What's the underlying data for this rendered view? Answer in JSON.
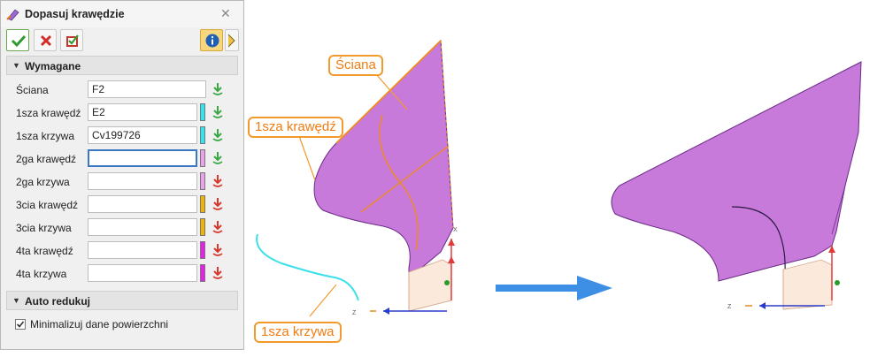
{
  "dialog": {
    "title": "Dopasuj krawędzie",
    "close_glyph": "✕",
    "toolbar": {
      "ok_icon": "check-icon",
      "cancel_icon": "x-icon",
      "apply_icon": "apply-icon",
      "info_icon": "info-icon",
      "next_icon": "next-icon"
    },
    "required_section": {
      "title": "Wymagane",
      "rows": [
        {
          "label": "Ściana",
          "value": "F2",
          "color": "",
          "picker": "green"
        },
        {
          "label": "1sza krawędź",
          "value": "E2",
          "color": "#2ee6ee",
          "picker": "green"
        },
        {
          "label": "1sza krzywa",
          "value": "Cv199726",
          "color": "#2ee6ee",
          "picker": "green"
        },
        {
          "label": "2ga krawędź",
          "value": "",
          "color": "#eaa2ec",
          "picker": "green"
        },
        {
          "label": "2ga krzywa",
          "value": "",
          "color": "#eaa2ec",
          "picker": "red"
        },
        {
          "label": "3cia krawędź",
          "value": "",
          "color": "#f0b400",
          "picker": "red"
        },
        {
          "label": "3cia krzywa",
          "value": "",
          "color": "#f0b400",
          "picker": "red"
        },
        {
          "label": "4ta krawędź",
          "value": "",
          "color": "#e91ee8",
          "picker": "red"
        },
        {
          "label": "4ta krzywa",
          "value": "",
          "color": "#e91ee8",
          "picker": "red"
        }
      ]
    },
    "auto_section": {
      "title": "Auto redukuj",
      "checkbox_label": "Minimalizuj dane powierzchni",
      "checked": true
    }
  },
  "viewport": {
    "callouts": {
      "face": "Ściana",
      "edge": "1sza krawędź",
      "curve": "1sza krzywa"
    },
    "axis_labels": {
      "x": "X",
      "z": "Z"
    },
    "colors": {
      "surface": "#c77ad9",
      "surface_edge": "#6a2b86",
      "callout": "#f39a2e",
      "curve": "#3be0ea",
      "arrow": "#3d8fe6"
    }
  }
}
